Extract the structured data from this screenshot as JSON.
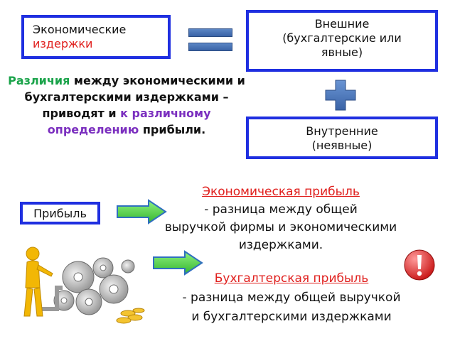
{
  "boxes": {
    "econ_line1": "Экономические",
    "econ_line2": "издержки",
    "external_line1": "Внешние",
    "external_line2": "(бухгалтерские или",
    "external_line3": "явные)",
    "internal_line1": "Внутренние",
    "internal_line2": "(неявные)",
    "profit": "Прибыль"
  },
  "differences": {
    "p1": "Различия",
    "p2": " между экономическими и бухгалтерскими издержками – приводят и ",
    "p3": "к различному определению",
    "p4": " прибыли."
  },
  "economic_profit": {
    "title": "Экономическая прибыль",
    "line1": "- разница между общей",
    "line2": "выручкой фирмы и экономическими",
    "line3": "издержками."
  },
  "accounting_profit": {
    "title": "Бухгалтерская прибыль",
    "line1": "- разница между общей выручкой",
    "line2": "и бухгалтерскими издержками"
  },
  "colors": {
    "box_border": "#1f2fe0",
    "highlight_red": "#e0201e",
    "highlight_green": "#1aa34a",
    "highlight_purple": "#7b2fbf",
    "arrow_green": "#4fd14a",
    "equals_blue": "#4472c4",
    "warning_red": "#e02020"
  },
  "icons": {
    "equals": "equals-icon",
    "plus": "plus-icon",
    "arrow": "right-arrow-icon",
    "warning": "exclamation-icon",
    "figure": "worker-with-gears-icon"
  }
}
